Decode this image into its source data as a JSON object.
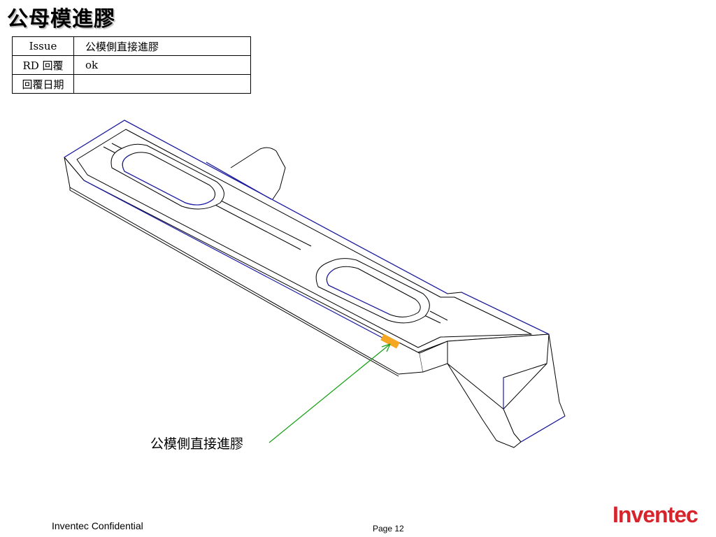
{
  "slide": {
    "title": "公母模進膠",
    "table": [
      {
        "label": "Issue",
        "value": "公模側直接進膠"
      },
      {
        "label": "RD 回覆",
        "value": "ok"
      },
      {
        "label": "回覆日期",
        "value": ""
      }
    ],
    "callout_text": "公模側直接進膠",
    "footer_confidential": "Inventec Confidential",
    "footer_page": "Page 12",
    "logo_text": "Inventec"
  },
  "colors": {
    "outline": "#000000",
    "edge_highlight": "#1a1aa6",
    "gate_marker": "#f5a623",
    "arrow": "#1aa31a",
    "logo": "#d7232c"
  }
}
